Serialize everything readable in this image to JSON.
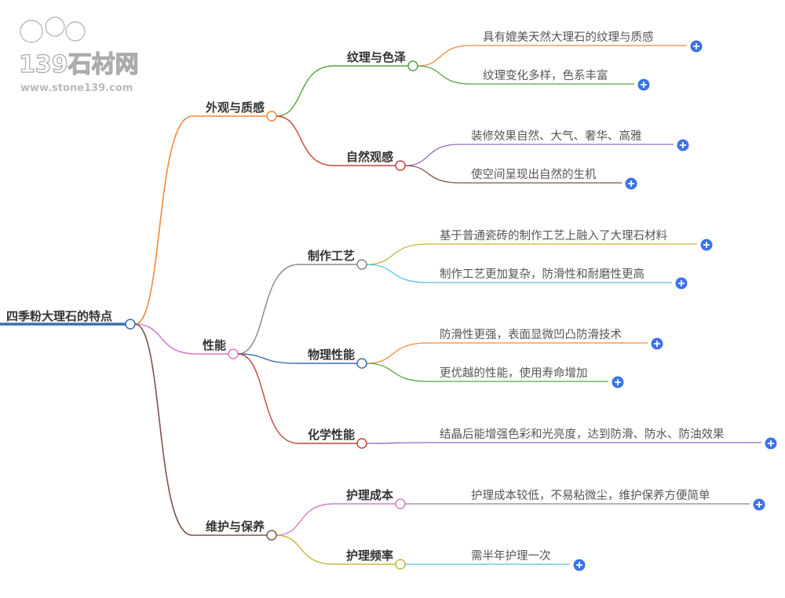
{
  "root": {
    "label": "四季粉大理石的特点",
    "color": "#3a6fb0"
  },
  "branches": [
    {
      "label": "外观与质感",
      "color": "#f5873a",
      "children": [
        {
          "label": "纹理与色泽",
          "color": "#5aa33f",
          "leaves": [
            {
              "label": "具有媲美天然大理石的纹理与质感",
              "color": "#f5873a"
            },
            {
              "label": "纹理变化多样，色系丰富",
              "color": "#5aa33f"
            }
          ]
        },
        {
          "label": "自然观感",
          "color": "#c8423a",
          "leaves": [
            {
              "label": "装修效果自然、大气、奢华、高雅",
              "color": "#8e6bbd"
            },
            {
              "label": "使空间呈现出自然的生机",
              "color": "#7b5548"
            }
          ]
        }
      ]
    },
    {
      "label": "性能",
      "color": "#d97bc4",
      "children": [
        {
          "label": "制作工艺",
          "color": "#888888",
          "leaves": [
            {
              "label": "基于普通瓷砖的制作工艺上融入了大理石材料",
              "color": "#c4b83a"
            },
            {
              "label": "制作工艺更加复杂，防滑性和耐磨性更高",
              "color": "#4fc3d4"
            }
          ]
        },
        {
          "label": "物理性能",
          "color": "#3a6fb0",
          "leaves": [
            {
              "label": "防滑性更强，表面显微凹凸防滑技术",
              "color": "#f5873a"
            },
            {
              "label": "更优越的性能，使用寿命增加",
              "color": "#5aa33f"
            }
          ]
        },
        {
          "label": "化学性能",
          "color": "#c8423a",
          "leaves": [
            {
              "label": "结晶后能增强色彩和光亮度，达到防滑、防水、防油效果",
              "color": "#8e6bbd"
            }
          ]
        }
      ]
    },
    {
      "label": "维护与保养",
      "color": "#7b5548",
      "children": [
        {
          "label": "护理成本",
          "color": "#d97bc4",
          "leaves": [
            {
              "label": "护理成本较低，不易粘微尘，维护保养方便简单",
              "color": "#888888"
            }
          ]
        },
        {
          "label": "护理频率",
          "color": "#c4b83a",
          "leaves": [
            {
              "label": "需半年护理一次",
              "color": "#4fc3d4"
            }
          ]
        }
      ]
    }
  ],
  "expand_icon": "plus-circle-icon",
  "expand_color": "#3b73e8",
  "watermark": {
    "text": "139石材网",
    "url_text": "www.stone139.com"
  }
}
